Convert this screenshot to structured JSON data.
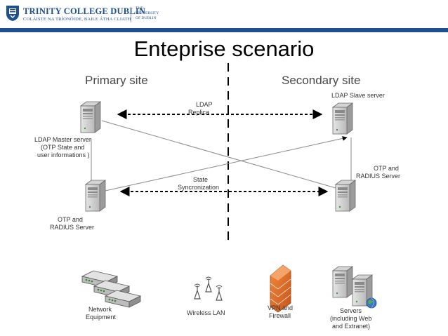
{
  "header": {
    "line1": "TRINITY COLLEGE DUBLIN",
    "line2": "COLÁISTE NA TRÍONÓIDE, BAILE ÁTHA CLIATH",
    "line3": [
      "THE",
      "UNIVERSITY",
      "OF DUBLIN"
    ],
    "brand_color": "#1d4f91"
  },
  "title": "Enteprise scenario",
  "sites": {
    "primary": "Primary site",
    "secondary": "Secondary site"
  },
  "links": {
    "ldap": [
      "LDAP",
      "Replica"
    ],
    "state": [
      "State",
      "Syncronization"
    ]
  },
  "servers": {
    "ldap_master": [
      "LDAP Master server",
      "(OTP State and",
      "user informations )"
    ],
    "ldap_slave": [
      "LDAP Slave server"
    ],
    "otp_primary": [
      "OTP and",
      "RADIUS Server"
    ],
    "otp_secondary": [
      "OTP and",
      "RADIUS Server"
    ]
  },
  "legend": {
    "network": [
      "Network",
      "Equipment"
    ],
    "wireless": [
      "Wireless LAN"
    ],
    "vpn": [
      "VPN and",
      "Firewall"
    ],
    "servers": [
      "Servers",
      "(including Web",
      "and Extranet)"
    ]
  },
  "icons": {
    "server": "server-icon",
    "switch": "network-switch-icon",
    "antenna": "wireless-antenna-icon",
    "firewall": "firewall-icon",
    "globe": "globe-icon"
  }
}
